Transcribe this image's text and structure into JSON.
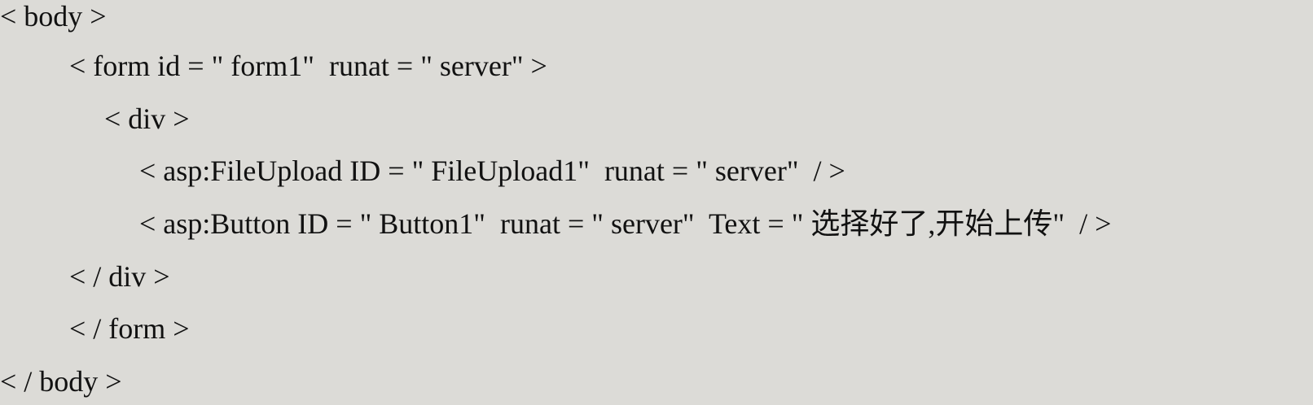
{
  "code": {
    "lines": [
      {
        "text": "< body >"
      },
      {
        "text": "< form id = \" form1\"  runat = \" server\" >"
      },
      {
        "text": "< div >"
      },
      {
        "text": "< asp:FileUpload ID = \" FileUpload1\"  runat = \" server\"  / >"
      },
      {
        "text": "< asp:Button ID = \" Button1\"  runat = \" server\"  Text = \" 选择好了,开始上传\"  / >"
      },
      {
        "text": "< / div >"
      },
      {
        "text": "< / form >"
      },
      {
        "text": "< / body >"
      }
    ]
  }
}
